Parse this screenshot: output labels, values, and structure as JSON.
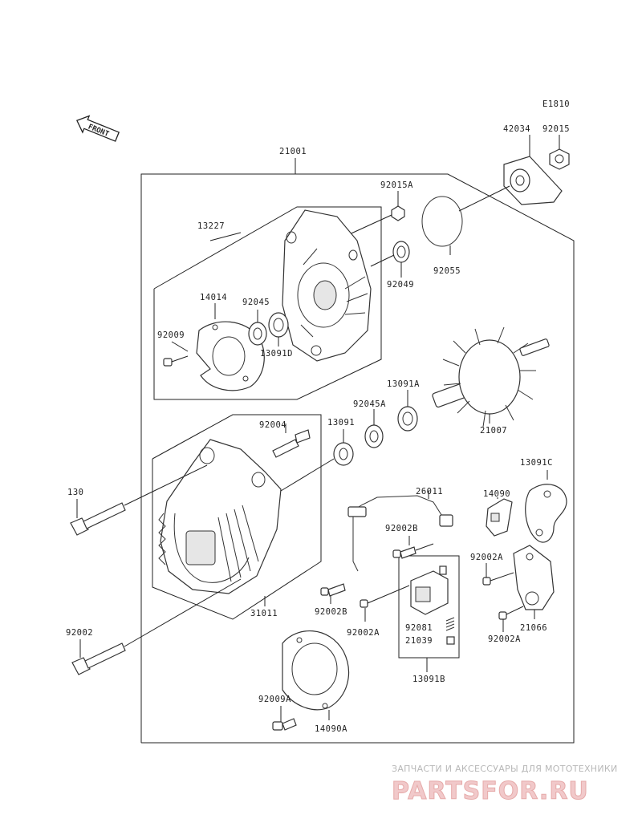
{
  "diagram_code": "E1810",
  "front_label": "FRONT",
  "labels": {
    "p21001": "21001",
    "p42034": "42034",
    "p92015": "92015",
    "p92015A": "92015A",
    "p13227": "13227",
    "p92055": "92055",
    "p92049": "92049",
    "p14014": "14014",
    "p92045": "92045",
    "p92009": "92009",
    "p13091D": "13091D",
    "p13091A": "13091A",
    "p92045A": "92045A",
    "p21007": "21007",
    "p92004": "92004",
    "p13091": "13091",
    "p130": "130",
    "p26011": "26011",
    "p13091C": "13091C",
    "p14090": "14090",
    "p92002B_top": "92002B",
    "p92002A_right": "92002A",
    "p92002B": "92002B",
    "p92002A_mid": "92002A",
    "p31011": "31011",
    "p92081": "92081",
    "p21039": "21039",
    "p21066": "21066",
    "p92002A_low": "92002A",
    "p92002": "92002",
    "p13091B": "13091B",
    "p92009A": "92009A",
    "p14090A": "14090A"
  },
  "watermark": {
    "tagline": "ЗАПЧАСТИ И АКСЕССУАРЫ ДЛЯ МОТОТЕХНИКИ",
    "brand": "PARTSFOR.RU"
  }
}
